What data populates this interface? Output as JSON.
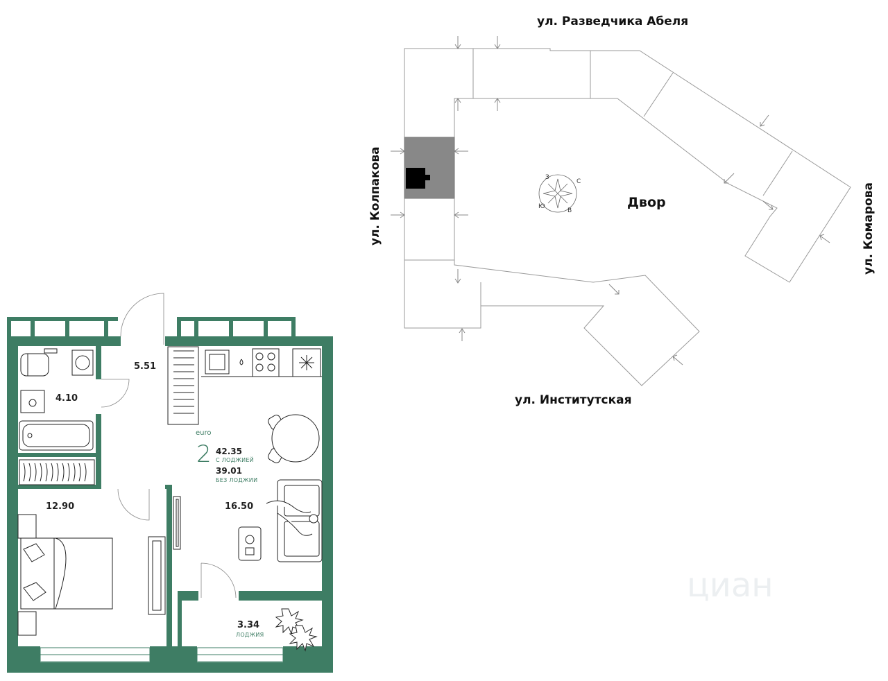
{
  "floorplan": {
    "rooms": {
      "hall": "5.51",
      "bathroom": "4.10",
      "bedroom": "12.90",
      "living": "16.50",
      "loggia": "3.34",
      "loggia_caption": "ЛОДЖИЯ"
    },
    "summary": {
      "type_label": "euro",
      "rooms_count": "2",
      "area_with_loggia": "42.35",
      "with_loggia_caption": "С ЛОДЖИЕЙ",
      "area_without_loggia": "39.01",
      "without_loggia_caption": "БЕЗ ЛОДЖИИ"
    },
    "wall_color": "#3e7d64",
    "fill_color": "#ffffff"
  },
  "siteplan": {
    "streets": {
      "top": "ул. Разведчика Абеля",
      "left": "ул. Колпакова",
      "right": "ул. Комарова",
      "bottom": "ул. Институтская"
    },
    "yard": "Двор",
    "compass": {
      "north": "С",
      "south": "Ю",
      "east": "В",
      "west": "З"
    },
    "highlight_color": "#888888"
  },
  "watermark": "циан"
}
